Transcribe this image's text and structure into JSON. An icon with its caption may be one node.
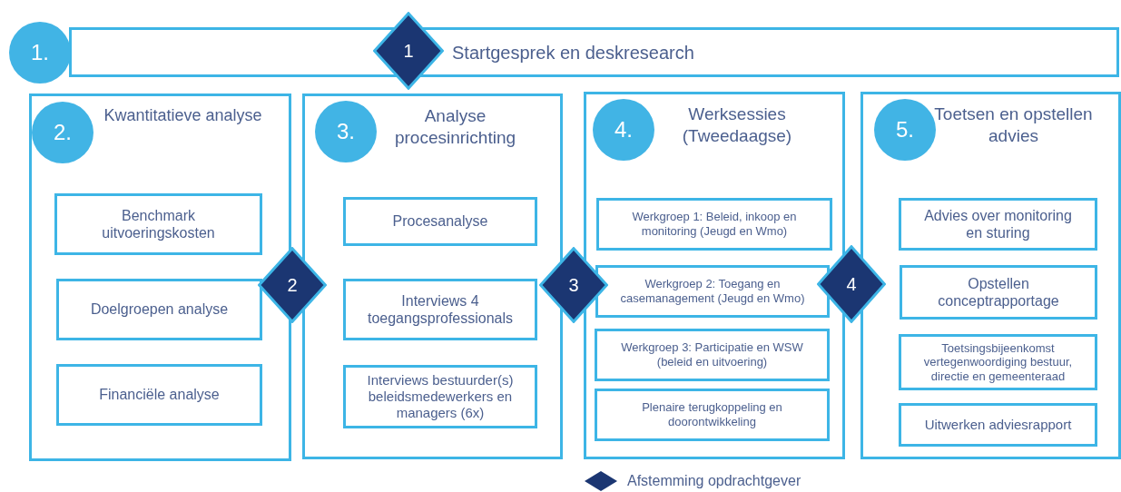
{
  "diagram": {
    "nodes": [
      {
        "text": [
          "1."
        ]
      },
      {
        "text": [
          "Startgesprek en deskresearch"
        ]
      },
      {
        "text": [
          "1"
        ]
      },
      {
        "text": [
          "Kwantitatieve analyse"
        ]
      },
      {
        "text": [
          "2."
        ],
        "in": 3
      },
      {
        "text": [
          "Benchmark uitvoeringskosten"
        ],
        "in": 3
      },
      {
        "text": [
          "Doelgroepen analyse"
        ],
        "in": 3
      },
      {
        "text": [
          "Financiële analyse"
        ],
        "in": 3
      },
      {
        "text": [
          "2"
        ]
      },
      {
        "text": [
          "Analyse procesinrichting"
        ]
      },
      {
        "text": [
          "3."
        ],
        "in": 9
      },
      {
        "text": [
          "Procesanalyse"
        ],
        "in": 9
      },
      {
        "text": [
          "Interviews 4 toegangsprofessionals"
        ],
        "in": 9
      },
      {
        "text": [
          "Interviews bestuurder(s) beleidsmedewerkers en managers (6x)"
        ],
        "in": 9
      },
      {
        "text": [
          "3"
        ]
      },
      {
        "text": [
          "Werksessies (Tweedaagse)"
        ]
      },
      {
        "text": [
          "4."
        ],
        "in": 15
      },
      {
        "text": [
          "Werkgroep 1: Beleid, inkoop en monitoring (Jeugd en Wmo)"
        ],
        "in": 15
      },
      {
        "text": [
          "Werkgroep 2: Toegang en casemanagement (Jeugd en Wmo)"
        ],
        "in": 15
      },
      {
        "text": [
          "Werkgroep 3: Participatie en WSW (beleid en uitvoering)"
        ],
        "in": 15
      },
      {
        "text": [
          "Plenaire terugkoppeling en doorontwikkeling"
        ],
        "in": 15
      },
      {
        "text": [
          "4"
        ]
      },
      {
        "text": [
          "Toetsen en opstellen advies"
        ]
      },
      {
        "text": [
          "5."
        ],
        "in": 22
      },
      {
        "text": [
          "Advies over monitoring en sturing"
        ],
        "in": 22
      },
      {
        "text": [
          "Opstellen conceptrapportage"
        ],
        "in": 22
      },
      {
        "text": [
          "Toetsingsbijeenkomst vertegenwoordiging bestuur, directie en gemeenteraad"
        ],
        "in": 22
      },
      {
        "text": [
          "Uitwerken adviesrapport"
        ],
        "in": 22
      }
    ],
    "legend": [
      {
        "text": "Afstemming opdrachtgever"
      }
    ]
  }
}
